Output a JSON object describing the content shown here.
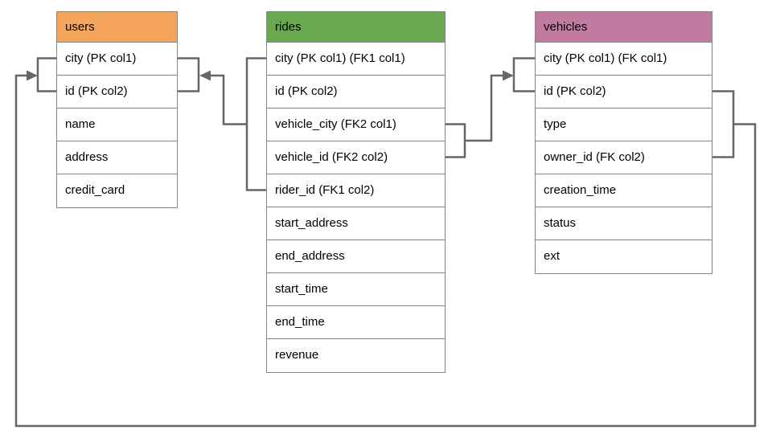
{
  "diagram": {
    "type": "entity-relationship-schema",
    "tables": [
      {
        "name": "users",
        "header_color": "#F5A65C",
        "rows": [
          "city (PK col1)",
          "id (PK col2)",
          "name",
          "address",
          "credit_card"
        ]
      },
      {
        "name": "rides",
        "header_color": "#6AA84F",
        "rows": [
          "city (PK col1) (FK1 col1)",
          "id (PK col2)",
          "vehicle_city (FK2 col1)",
          "vehicle_id (FK2 col2)",
          "rider_id (FK1 col2)",
          "start_address",
          "end_address",
          "start_time",
          "end_time",
          "revenue"
        ]
      },
      {
        "name": "vehicles",
        "header_color": "#C27BA0",
        "rows": [
          "city (PK col1) (FK col1)",
          "id (PK col2)",
          "type",
          "owner_id (FK col2)",
          "creation_time",
          "status",
          "ext"
        ]
      }
    ],
    "relationships": [
      {
        "from": "rides (city, rider_id) FK1",
        "to": "users (city, id)",
        "arrow_points_to": "users"
      },
      {
        "from": "rides (vehicle_city, vehicle_id) FK2",
        "to": "vehicles (city, id)",
        "arrow_points_to": "vehicles"
      },
      {
        "from": "vehicles (city, owner_id) FK",
        "to": "users (city, id)",
        "arrow_points_to": "users"
      }
    ],
    "colors": {
      "users_header": "#F5A65C",
      "rides_header": "#6AA84F",
      "vehicles_header": "#C27BA0",
      "table_border": "#848484",
      "connector": "#666666",
      "text": "#000000",
      "background": "#FFFFFF"
    }
  }
}
